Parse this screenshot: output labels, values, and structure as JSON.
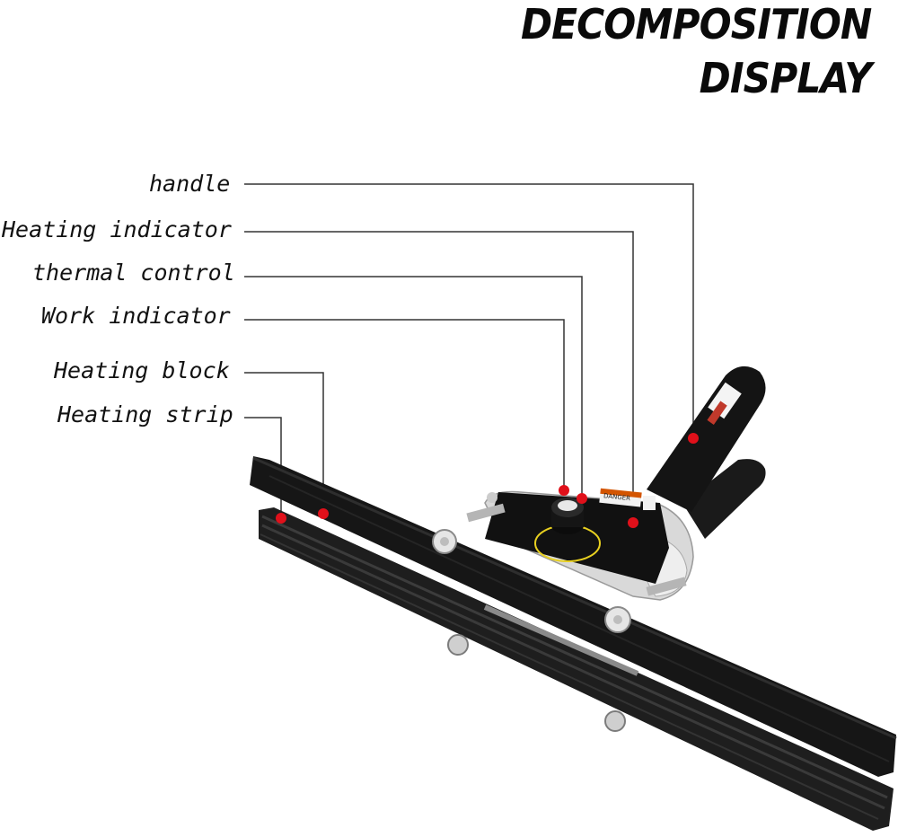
{
  "title": {
    "line1": "DECOMPOSITION",
    "line2": "DISPLAY"
  },
  "labels": [
    {
      "id": "handle",
      "text": "handle"
    },
    {
      "id": "heating-indicator",
      "text": "Heating indicator"
    },
    {
      "id": "thermal-control",
      "text": "thermal control"
    },
    {
      "id": "work-indicator",
      "text": "Work indicator"
    },
    {
      "id": "heating-block",
      "text": "Heating block"
    },
    {
      "id": "heating-strip",
      "text": "Heating strip"
    }
  ],
  "device": {
    "danger_label": "DANGER",
    "marker_color": "#e0101a",
    "body_color": "#1c1c1c",
    "dial_ring_color": "#e8d020"
  }
}
